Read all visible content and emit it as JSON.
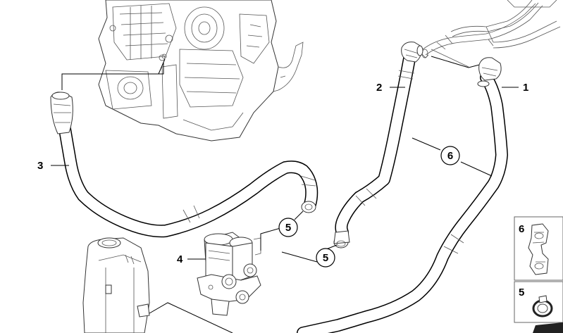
{
  "parts": [
    {
      "id": "1",
      "label": "1"
    },
    {
      "id": "2",
      "label": "2"
    },
    {
      "id": "3",
      "label": "3"
    },
    {
      "id": "4",
      "label": "4"
    }
  ],
  "callouts": [
    {
      "label": "6"
    },
    {
      "label": "5"
    },
    {
      "label": "5"
    }
  ],
  "legend": [
    {
      "label": "6",
      "icon": "hose-holder-icon"
    },
    {
      "label": "5",
      "icon": "hose-clamp-icon"
    }
  ]
}
